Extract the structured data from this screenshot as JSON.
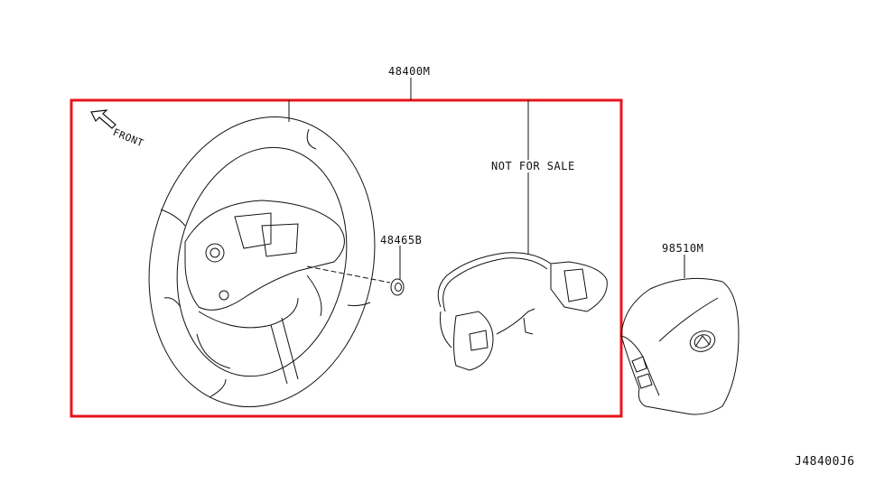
{
  "diagram": {
    "type": "parts-exploded-view",
    "highlight_box_color": "#e8141c",
    "line_color": "#111111",
    "front_indicator": {
      "label": "FRONT",
      "icon": "arrow-up-left-icon"
    },
    "callouts": [
      {
        "id": "steering-wheel-assy",
        "part_number": "48400M"
      },
      {
        "id": "lock-nut",
        "part_number": "48465B"
      },
      {
        "id": "switch-harness",
        "note": "NOT FOR SALE"
      },
      {
        "id": "airbag-module",
        "part_number": "98510M"
      }
    ],
    "diagram_code": "J48400J6"
  }
}
